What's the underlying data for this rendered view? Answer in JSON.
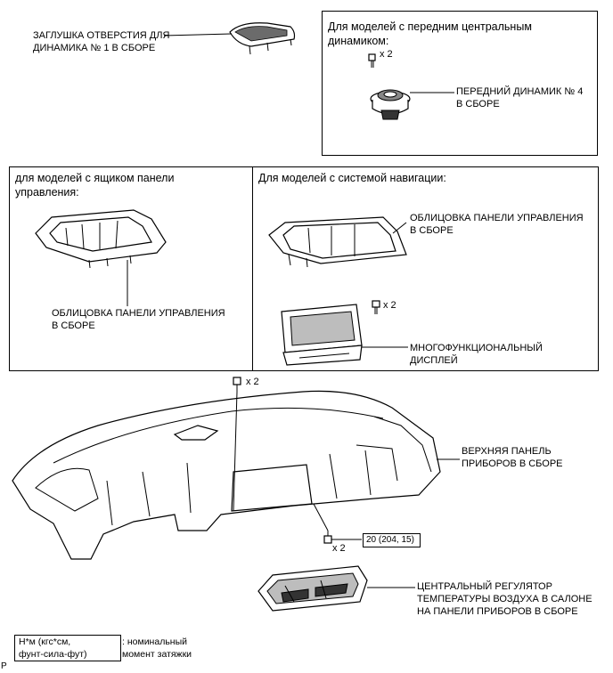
{
  "labels": {
    "speaker_cap": [
      "ЗАГЛУШКА ОТВЕРСТИЯ ДЛЯ",
      "ДИНАМИКА № 1 В СБОРЕ"
    ],
    "front_speaker": [
      "ПЕРЕДНИЙ ДИНАМИК № 4",
      "В СБОРЕ"
    ],
    "bezel_left": [
      "ОБЛИЦОВКА ПАНЕЛИ УПРАВЛЕНИЯ",
      "В СБОРЕ"
    ],
    "bezel_right": [
      "ОБЛИЦОВКА ПАНЕЛИ УПРАВЛЕНИЯ",
      "В СБОРЕ"
    ],
    "display": [
      "МНОГОФУНКЦИОНАЛЬНЫЙ",
      "ДИСПЛЕЙ"
    ],
    "upper_panel": [
      "ВЕРХНЯЯ ПАНЕЛЬ",
      "ПРИБОРОВ В СБОРЕ"
    ],
    "center_register": [
      "ЦЕНТРАЛЬНЫЙ РЕГУЛЯТОР",
      "ТЕМПЕРАТУРЫ ВОЗДУХА В САЛОНЕ",
      "НА ПАНЕЛИ ПРИБОРОВ В СБОРЕ"
    ]
  },
  "boxes": {
    "center_speaker": [
      "Для моделей с передним центральным",
      "динамиком:"
    ],
    "panel_box": [
      "для моделей с ящиком панели",
      "управления:"
    ],
    "navigation": "Для моделей с системой навигации:"
  },
  "quantities": {
    "speaker_screw": "x 2",
    "display_screw": "x 2",
    "panel_top_clip": "x 2",
    "panel_bottom_bolt": "x 2"
  },
  "torque": "20 (204, 15)",
  "legend": {
    "unit": [
      "Н*м (кгс*см,",
      "фунт-сила-фут)"
    ],
    "description": [
      ": номинальный",
      "момент затяжки"
    ]
  },
  "corner_mark": "P"
}
